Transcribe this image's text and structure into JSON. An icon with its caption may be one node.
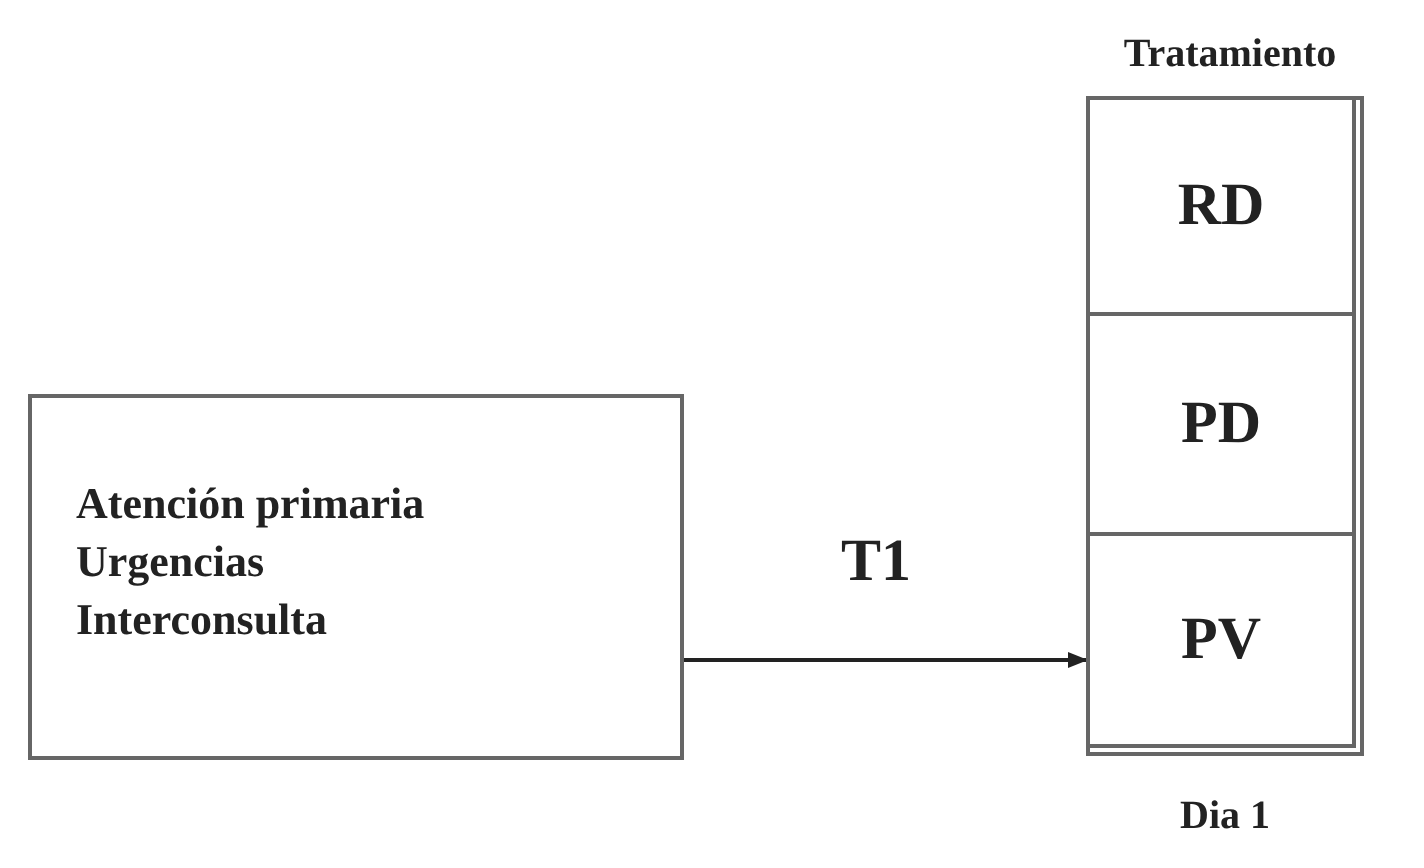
{
  "diagram": {
    "nodes": [
      {
        "text": [
          "Atención primaria",
          "Urgencias",
          "Interconsulta"
        ]
      },
      {
        "text": [
          "Tratamiento"
        ],
        "beside": [
          "Dia 1"
        ]
      },
      {
        "text": [
          "RD"
        ],
        "in": 1
      },
      {
        "text": [
          "PD"
        ],
        "in": 1
      },
      {
        "text": [
          "PV"
        ],
        "in": 1
      }
    ],
    "edges": [
      {
        "from": 0,
        "to": 4,
        "arrow": "to",
        "label": "T1"
      }
    ]
  }
}
